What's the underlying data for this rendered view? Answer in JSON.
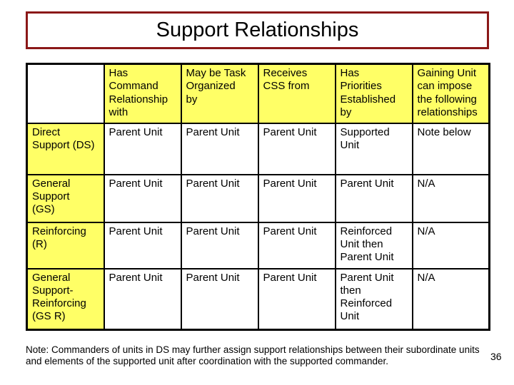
{
  "slide": {
    "title": "Support Relationships",
    "page_number": "36"
  },
  "colors": {
    "title_border": "#8b1818",
    "table_border": "#000000",
    "header_fill": "#ffff66",
    "background": "#ffffff"
  },
  "table": {
    "header": [
      "",
      "Has\nCommand\nRelationship\nwith",
      "May be Task\nOrganized\nby",
      "Receives\nCSS from",
      "Has\nPriorities\nEstablished\nby",
      "Gaining Unit\ncan impose\nthe following\nrelationships"
    ],
    "rows": [
      {
        "label": "Direct\nSupport (DS)",
        "cells": [
          "Parent Unit",
          "Parent Unit",
          "Parent Unit",
          "Supported\nUnit",
          "Note below"
        ]
      },
      {
        "label": "General\nSupport\n(GS)",
        "cells": [
          "Parent Unit",
          "Parent Unit",
          "Parent Unit",
          "Parent Unit",
          "N/A"
        ]
      },
      {
        "label": "Reinforcing\n(R)",
        "cells": [
          "Parent Unit",
          "Parent Unit",
          "Parent Unit",
          "Reinforced\nUnit then\nParent Unit",
          "N/A"
        ]
      },
      {
        "label": "General\nSupport-\nReinforcing\n(GS R)",
        "cells": [
          "Parent Unit",
          "Parent Unit",
          "Parent Unit",
          "Parent Unit\nthen\nReinforced\nUnit",
          "N/A"
        ]
      }
    ]
  },
  "note": "Note: Commanders of units in DS may further assign support relationships between their subordinate units\nand elements of the supported unit after coordination with the supported commander."
}
